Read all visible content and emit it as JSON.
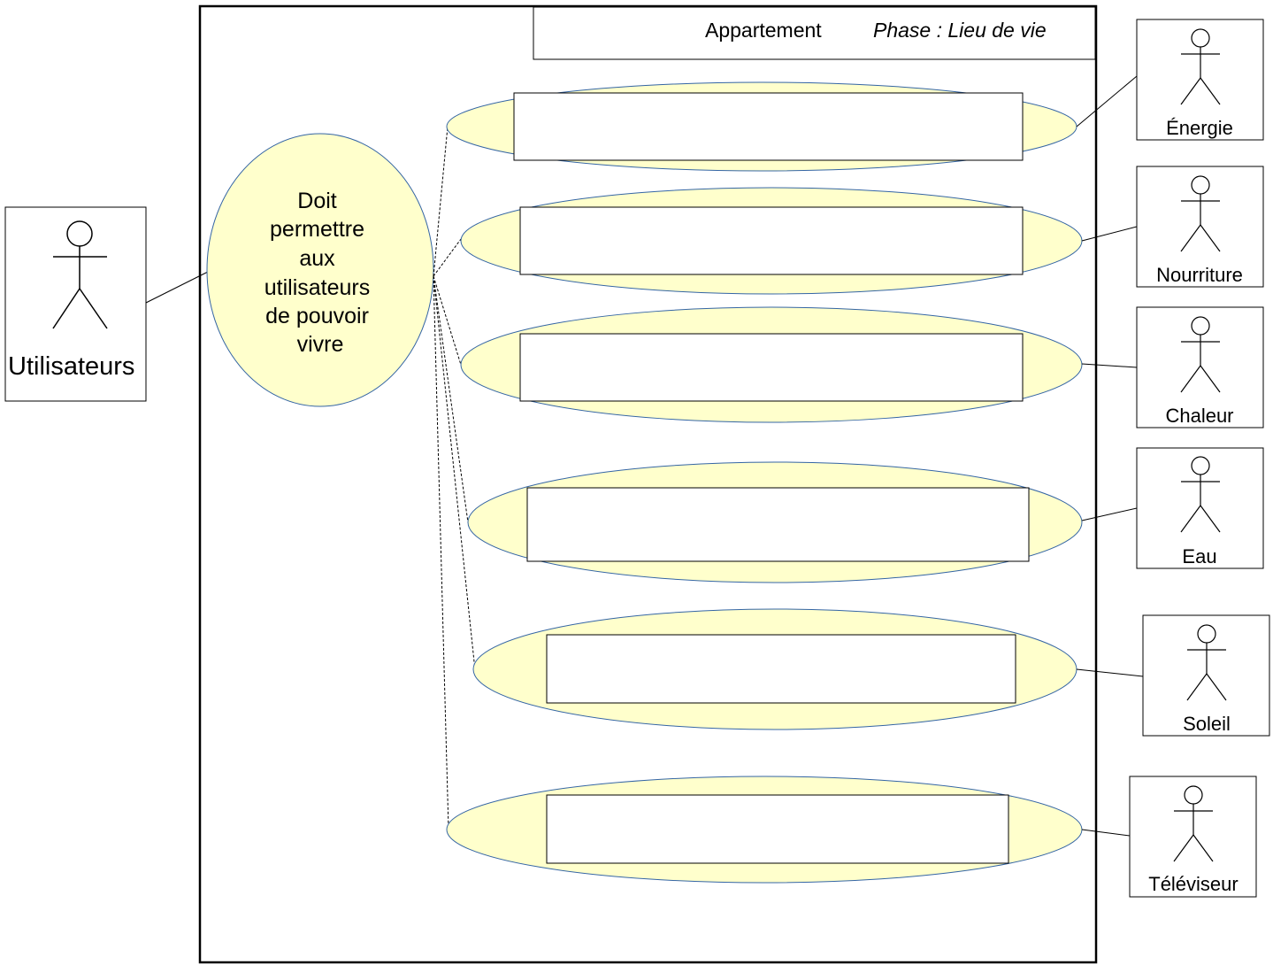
{
  "header": {
    "system_name": "Appartement",
    "phase_label": "Phase : Lieu de vie"
  },
  "main_use_case": {
    "lines": [
      "Doit",
      "permettre",
      "aux",
      "utilisateurs",
      "de pouvoir",
      "vivre"
    ]
  },
  "primary_actor": {
    "label": "Utilisateurs"
  },
  "secondary_actors": [
    {
      "label": "Énergie"
    },
    {
      "label": "Nourriture"
    },
    {
      "label": "Chaleur"
    },
    {
      "label": "Eau"
    },
    {
      "label": "Soleil"
    },
    {
      "label": "Téléviseur"
    }
  ],
  "sub_use_cases": [
    {
      "text": ""
    },
    {
      "text": ""
    },
    {
      "text": ""
    },
    {
      "text": ""
    },
    {
      "text": ""
    },
    {
      "text": ""
    }
  ],
  "colors": {
    "ellipse_fill": "#FFFFCC",
    "ellipse_stroke": "#3465A4",
    "line": "#000000",
    "background": "#FFFFFF"
  }
}
